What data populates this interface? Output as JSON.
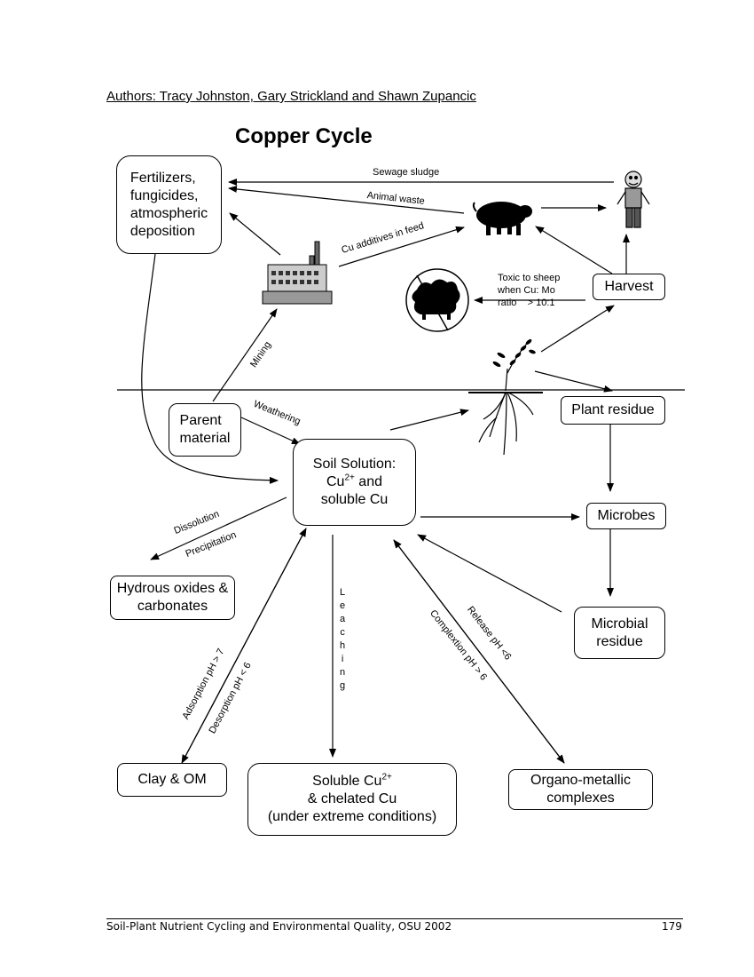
{
  "header": {
    "authors": "Authors: Tracy Johnston, Gary Strickland and Shawn Zupancic",
    "title": "Copper Cycle"
  },
  "boxes": {
    "fertilizers": [
      "Fertilizers,",
      "fungicides,",
      "atmospheric",
      "deposition"
    ],
    "harvest": "Harvest",
    "parent_material": [
      "Parent",
      "material"
    ],
    "soil_solution": {
      "line1": "Soil Solution:",
      "cu": "Cu",
      "sup": "2+",
      "after": " and",
      "line3": "soluble Cu"
    },
    "plant_residue": "Plant residue",
    "microbes": "Microbes",
    "hydrous_oxides": [
      "Hydrous oxides &",
      "carbonates"
    ],
    "microbial_residue": [
      "Microbial",
      "residue"
    ],
    "clay_om": "Clay & OM",
    "soluble_cu": {
      "cu": "Soluble Cu",
      "sup": "2+",
      "line2": "& chelated Cu",
      "line3": "(under extreme conditions)"
    },
    "organo_metallic": [
      "Organo-metallic",
      "complexes"
    ]
  },
  "labels": {
    "sewage_sludge": "Sewage sludge",
    "animal_waste": "Animal waste",
    "cu_additives": "Cu additives in feed",
    "toxic_sheep": [
      "Toxic to sheep",
      "when Cu: Mo",
      "ratio    > 10:1"
    ],
    "mining": "Mining",
    "weathering": "Weathering",
    "dissolution": "Dissolution",
    "precipitation": "Precipitation",
    "leaching": [
      "L",
      "e",
      "a",
      "c",
      "h",
      "i",
      "n",
      "g"
    ],
    "adsorption": "Adsorption pH > 7",
    "desorption": "Desorption pH < 6",
    "release": "Release pH <6",
    "complextion": "Complextion pH > 6"
  },
  "footer": {
    "left": "Soil-Plant Nutrient Cycling and Environmental Quality, OSU 2002",
    "page": "179"
  },
  "icons": [
    "factory-icon",
    "pig-icon",
    "person-icon",
    "sheep-no-icon",
    "plant-icon"
  ]
}
